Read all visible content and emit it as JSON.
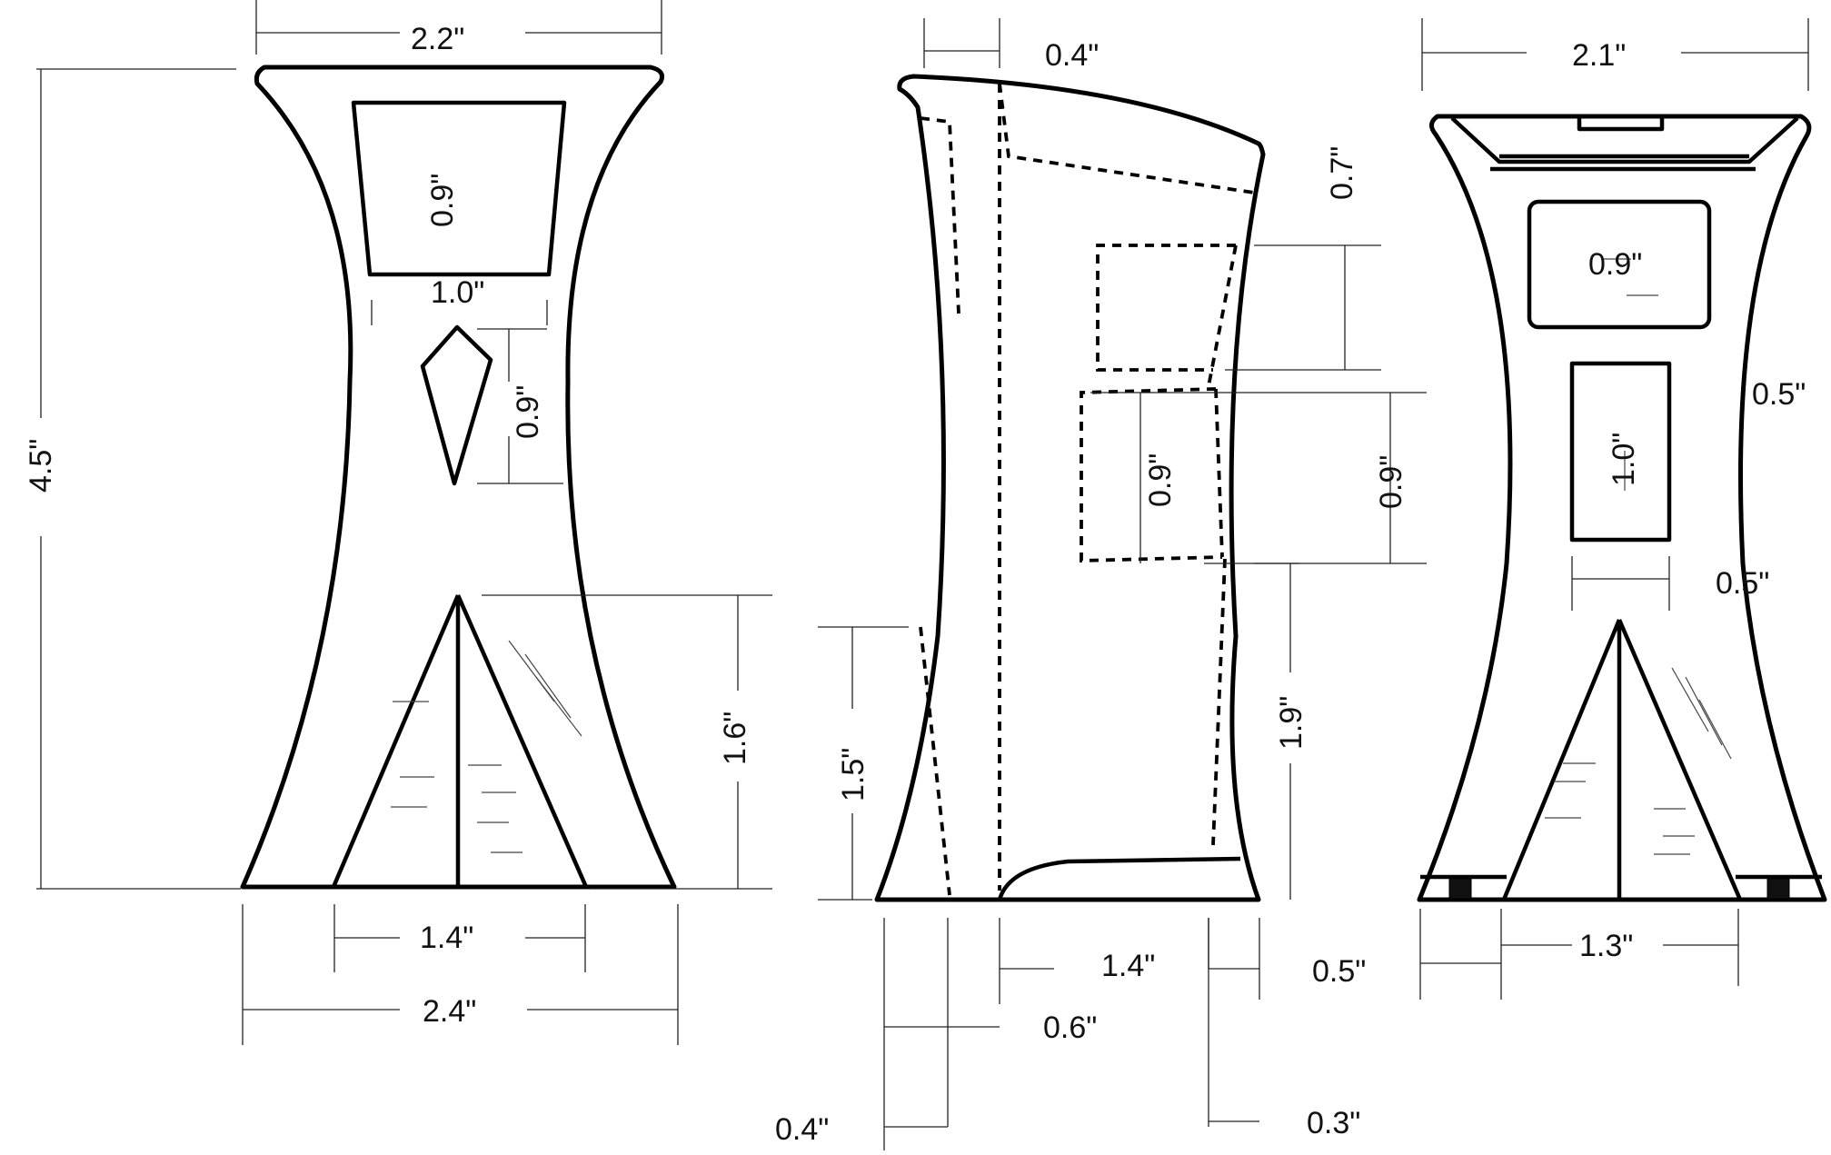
{
  "colors": {
    "stroke": "#000000",
    "background": "#ffffff"
  },
  "front_view": {
    "top_width": "2.2\"",
    "upper_window_height": "0.9\"",
    "upper_window_width": "1.0\"",
    "diamond_height": "0.9\"",
    "total_height": "4.5\"",
    "triangle_height": "1.6\"",
    "triangle_base": "1.4\"",
    "bottom_width": "2.4\""
  },
  "side_view": {
    "top_offset": "0.4\"",
    "top_slope": "0.7\"",
    "box_height_inner": "0.9\"",
    "box_height_outer": "0.9\"",
    "back_height": "1.5\"",
    "front_height": "1.9\"",
    "base_length": "1.4\"",
    "toe_depth": "0.5\"",
    "heel_width": "0.6\"",
    "heel_depth": "0.4\"",
    "front_foot": "0.3\""
  },
  "back_view": {
    "top_width": "2.1\"",
    "upper_window_width": "0.9\"",
    "gap_upper": "0.5\"",
    "lower_window_height": "1.0\"",
    "gap_lower": "0.5\"",
    "base_width": "1.3\""
  }
}
